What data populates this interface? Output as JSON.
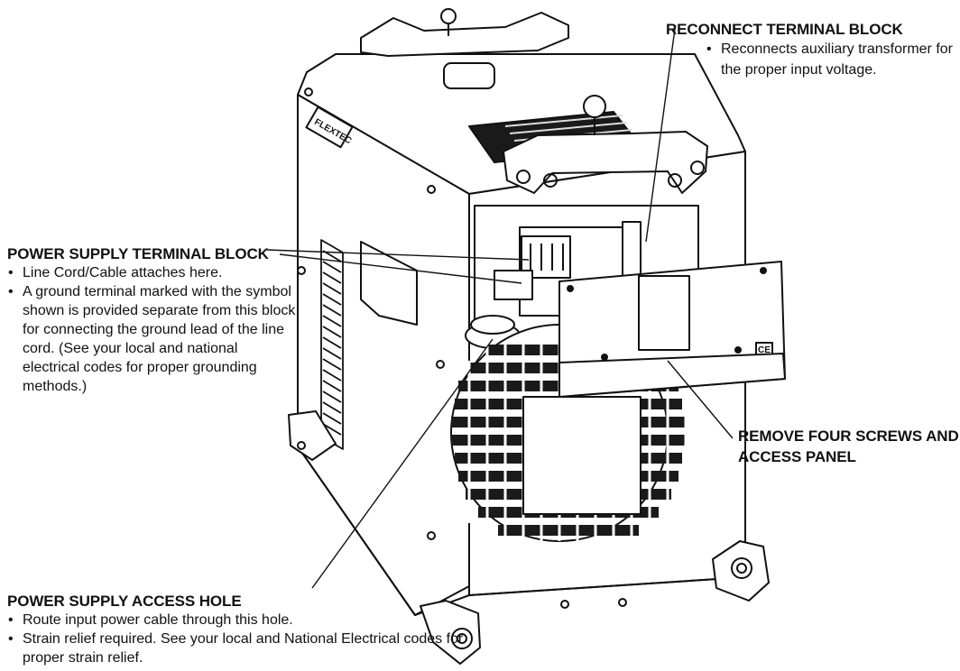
{
  "callouts": {
    "reconnect_block": {
      "title": "RECONNECT TERMINAL BLOCK",
      "bullets": [
        "Reconnects auxiliary transformer for the proper input voltage."
      ]
    },
    "power_supply_block": {
      "title": "POWER SUPPLY TERMINAL BLOCK",
      "bullets": [
        "Line Cord/Cable attaches here.",
        "A ground terminal marked with the symbol shown is provided separate from this block for connecting the ground lead of the line cord.  (See your local and national electrical codes for proper grounding methods.)"
      ]
    },
    "remove_panel": {
      "title": "REMOVE FOUR SCREWS AND ACCESS PANEL"
    },
    "access_hole": {
      "title": "POWER SUPPLY ACCESS HOLE",
      "bullets": [
        "Route input power cable through this hole.",
        "Strain relief required.  See your local and National Electrical codes for proper strain relief."
      ]
    }
  },
  "machine": {
    "brand_label": "FLEXTEC",
    "ce_mark": "CE"
  }
}
